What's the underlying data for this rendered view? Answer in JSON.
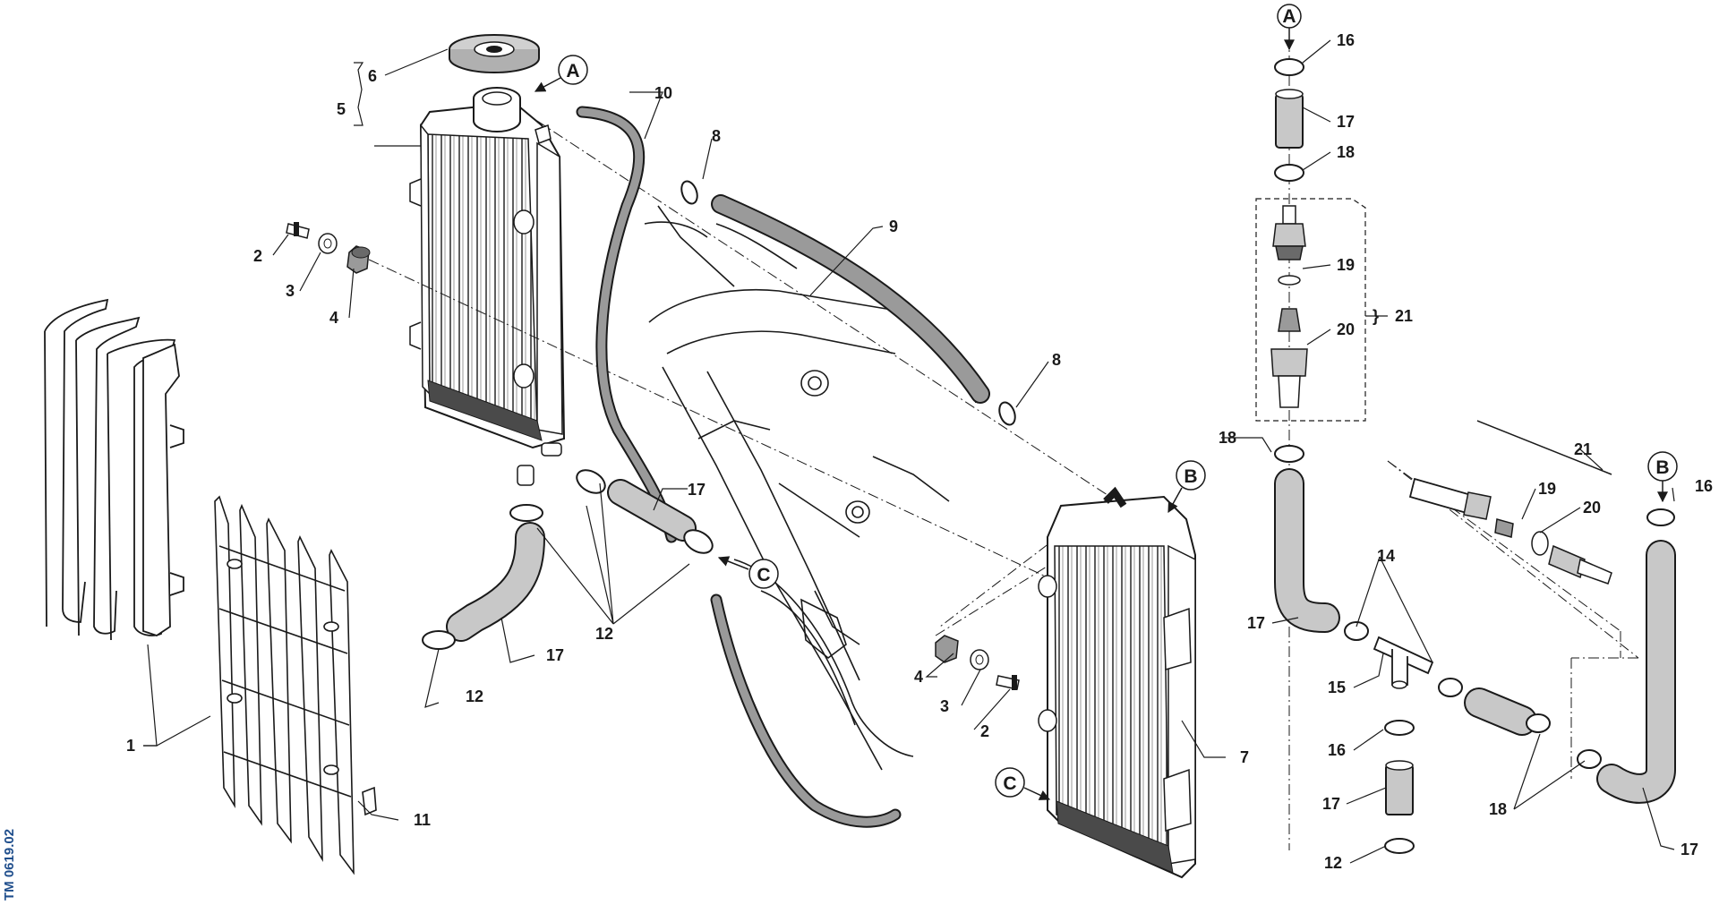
{
  "diagram": {
    "reference_code": "TM 0619.02",
    "callouts": {
      "c1": "1",
      "c2a": "2",
      "c2b": "2",
      "c3a": "3",
      "c3b": "3",
      "c4a": "4",
      "c4b": "4",
      "c5": "5",
      "c6": "6",
      "c7": "7",
      "c8a": "8",
      "c8b": "8",
      "c9": "9",
      "c10": "10",
      "c11": "11",
      "c12a": "12",
      "c12b": "12",
      "c12c": "12",
      "c14": "14",
      "c15": "15",
      "c16a": "16",
      "c16b": "16",
      "c16c": "16",
      "c17a": "17",
      "c17b": "17",
      "c17c": "17",
      "c17d": "17",
      "c17e": "17",
      "c17f": "17",
      "c18a": "18",
      "c18b": "18",
      "c18c": "18",
      "c19a": "19",
      "c19b": "19",
      "c20a": "20",
      "c20b": "20",
      "c21a": "21",
      "c21b": "21"
    },
    "connectors": {
      "A_top": "A",
      "A_tank": "A",
      "B_rad": "B",
      "B_right": "B",
      "C_hose": "C",
      "C_rad": "C"
    }
  },
  "colors": {
    "line": "#1a1a1a",
    "hose": "#9a9a9a",
    "part": "#d0d0d0",
    "code": "#1f4e8c"
  }
}
